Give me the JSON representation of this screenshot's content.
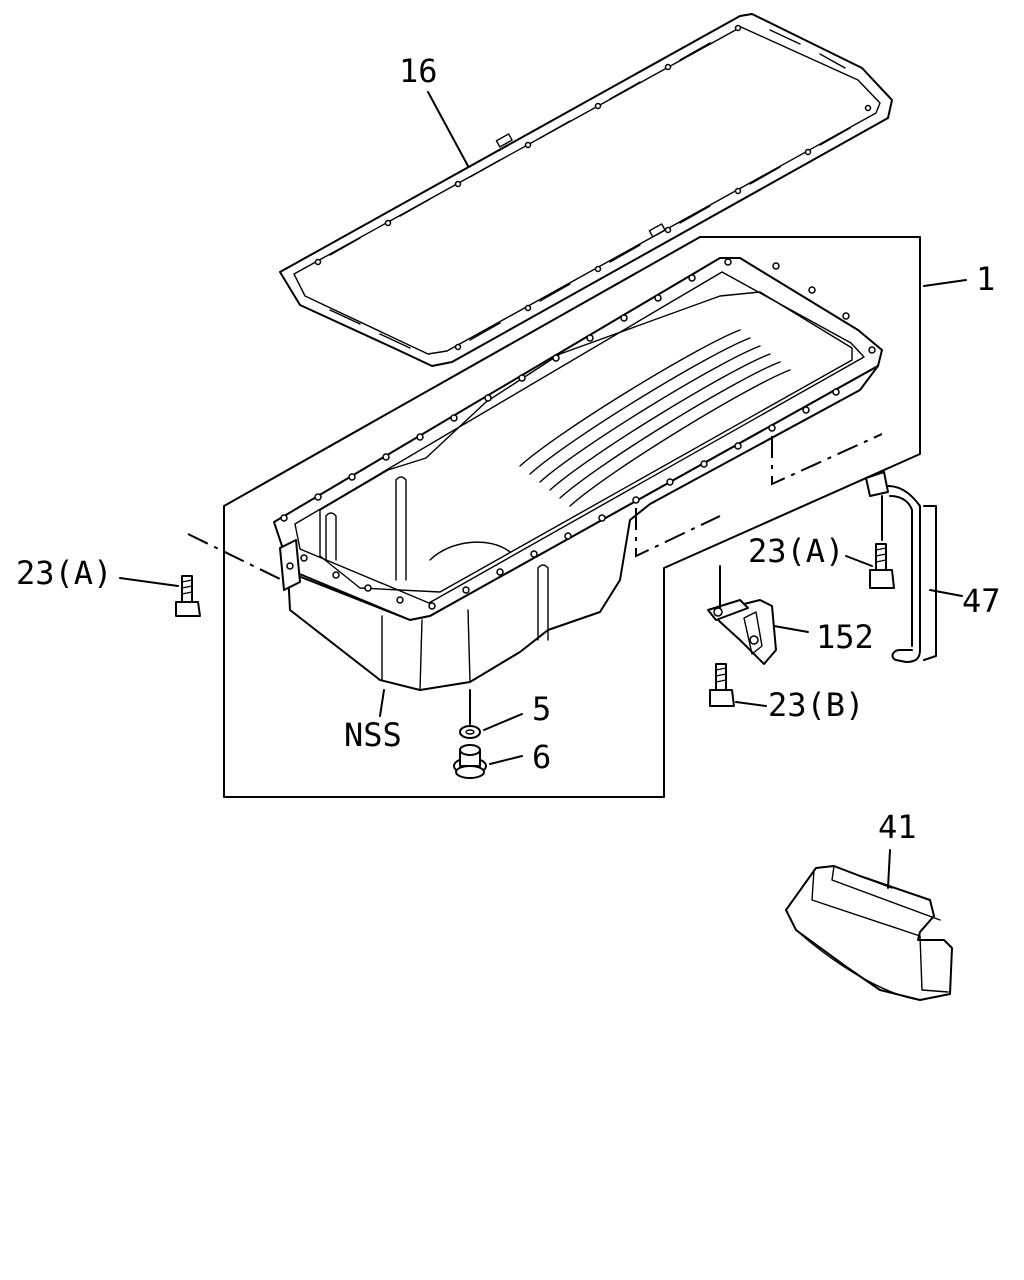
{
  "labels": {
    "p16": "16",
    "p1": "1",
    "p23a_left": "23(A)",
    "p23a_right": "23(A)",
    "p47": "47",
    "p152": "152",
    "p23b": "23(B)",
    "p5": "5",
    "p6": "6",
    "nss": "NSS",
    "p41": "41"
  }
}
